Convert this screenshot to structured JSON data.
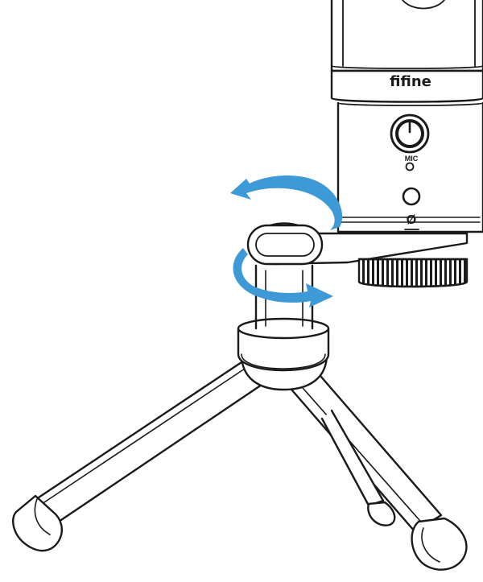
{
  "diagram": {
    "brand_logo": "fifine",
    "gain_label": "MIC",
    "mute_symbol": "Ø",
    "rotation_direction_top": "counter-clockwise",
    "rotation_direction_bottom": "clockwise",
    "colors": {
      "line": "#1a1a1a",
      "body_fill": "#ffffff",
      "arrow": "#3e9ad6",
      "shadow": "#bcbcbc"
    }
  }
}
